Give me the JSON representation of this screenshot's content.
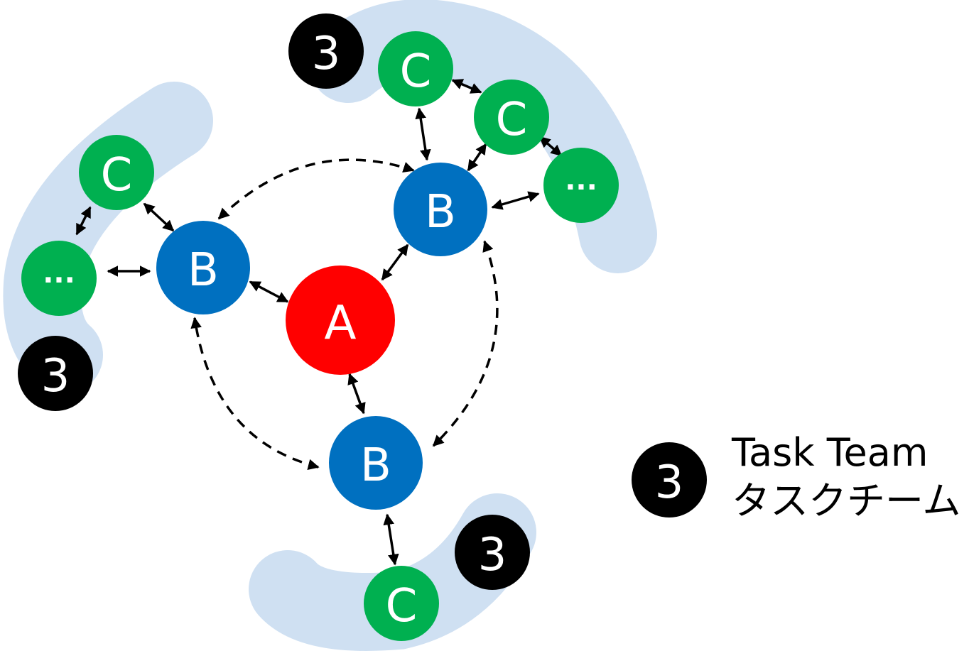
{
  "colors": {
    "a": "#ff0000",
    "b": "#0070c0",
    "c": "#00b050",
    "team": "#000000",
    "band": "#cfe0f2"
  },
  "nodes": {
    "a": "A",
    "b1": "B",
    "b2": "B",
    "b3": "B",
    "c1": "C",
    "c2": "C",
    "c3": "C",
    "c4": "C",
    "more1": "...",
    "more2": "...",
    "team1": "3",
    "team2": "3",
    "team3": "3"
  },
  "legend": {
    "badge": "3",
    "label_en": "Task Team",
    "label_ja": "タスクチーム"
  }
}
